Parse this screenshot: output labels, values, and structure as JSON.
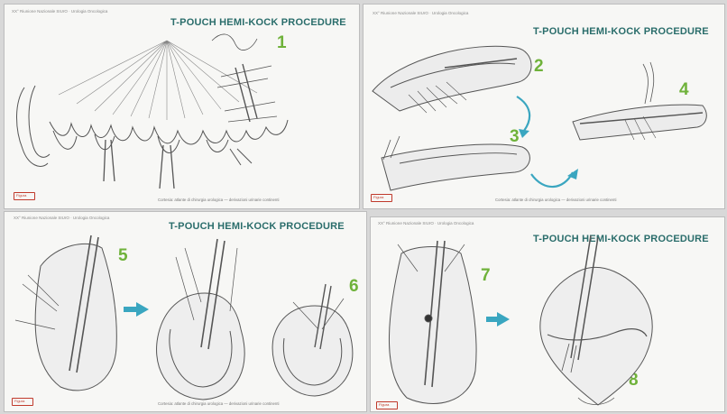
{
  "header_text": "XX° Riunione Nazionale SIUrO · Urologia Oncologica",
  "caption_text": "Cortesia: atlante di chirurgia urologica — derivazioni urinarie continenti",
  "figure_tag": "Figura",
  "panels": [
    {
      "title": "T-POUCH HEMI-KOCK PROCEDURE",
      "steps": [
        "1"
      ]
    },
    {
      "title": "T-POUCH HEMI-KOCK PROCEDURE",
      "steps": [
        "2",
        "3",
        "4"
      ]
    },
    {
      "title": "T-POUCH HEMI-KOCK PROCEDURE",
      "steps": [
        "5",
        "6"
      ]
    },
    {
      "title": "T-POUCH HEMI-KOCK PROCEDURE",
      "steps": [
        "7",
        "8"
      ]
    }
  ],
  "colors": {
    "title": "#2a6d6b",
    "step_number": "#6fb23a",
    "arrow": "#3aa6c0",
    "line": "#555555",
    "tag_border": "#c0392b"
  }
}
